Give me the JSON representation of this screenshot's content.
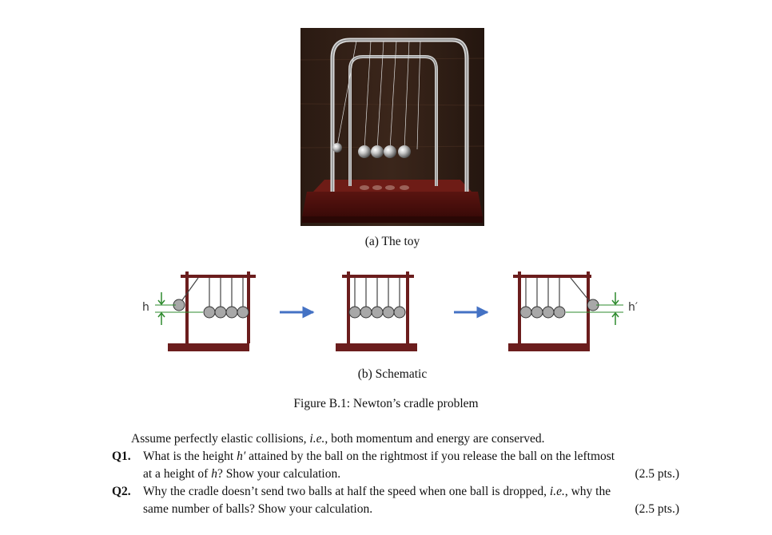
{
  "figure": {
    "subfigure_a": {
      "caption": "(a) The toy"
    },
    "subfigure_b": {
      "caption": "(b) Schematic",
      "labels": {
        "left_height": "h",
        "right_height": "h′"
      },
      "colors": {
        "frame": "#6b1d1d",
        "ball": "#a8a8a8",
        "arrow": "#4472c4",
        "height_marker": "#2e8b2e"
      }
    },
    "caption": "Figure B.1: Newton’s cradle problem"
  },
  "text": {
    "intro": {
      "before": "Assume perfectly elastic collisions, ",
      "ie": "i.e.",
      "after": ", both momentum and energy are conserved."
    },
    "q1": {
      "label": "Q1.",
      "line1_a": "What is the height ",
      "line1_var": "h′",
      "line1_b": " attained by the ball on the rightmost if you release the ball on the leftmost",
      "line2_a": "at a height of ",
      "line2_var": "h",
      "line2_b": "? Show your calculation.",
      "points": "(2.5 pts.)"
    },
    "q2": {
      "label": "Q2.",
      "line1_a": "Why the cradle doesn’t send two balls at half the speed when one ball is dropped, ",
      "line1_ie": "i.e.",
      "line1_b": ", why the",
      "line2": "same number of balls? Show your calculation.",
      "points": "(2.5 pts.)"
    }
  }
}
